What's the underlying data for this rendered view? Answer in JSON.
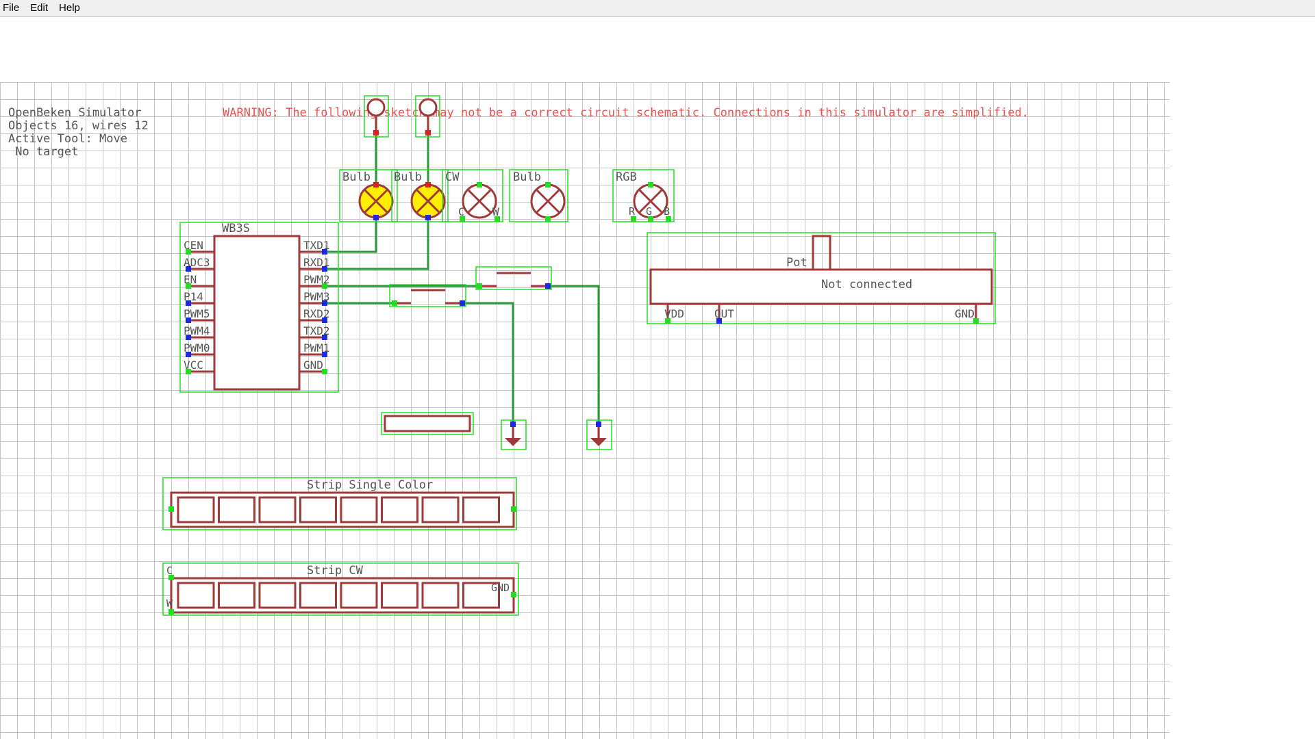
{
  "menu": {
    "items": [
      "File",
      "Edit",
      "Help"
    ]
  },
  "info": {
    "title": "OpenBeken Simulator",
    "objects": "Objects 16, wires 12",
    "tool": "Active Tool: Move",
    "target": " No target"
  },
  "warning": "WARNING: The following sketch may not be a correct circuit schematic. Connections in this simulator are simplified.",
  "chip": {
    "name": "WB3S",
    "left_pins": [
      "CEN",
      "ADC3",
      "EN",
      "P14",
      "PWM5",
      "PWM4",
      "PWM0",
      "VCC"
    ],
    "right_pins": [
      "TXD1",
      "RXD1",
      "PWM2",
      "PWM3",
      "RXD2",
      "TXD2",
      "PWM1",
      "GND"
    ]
  },
  "bulbs": {
    "bulb1": {
      "label": "Bulb",
      "state": "on"
    },
    "bulb2": {
      "label": "Bulb",
      "state": "on"
    },
    "cw": {
      "label": "CW",
      "pin_c": "C",
      "pin_w": "W",
      "state": "off"
    },
    "bulb3": {
      "label": "Bulb",
      "state": "off"
    },
    "rgb": {
      "label": "RGB",
      "pin_r": "R",
      "pin_g": "G",
      "pin_b": "B",
      "state": "off"
    }
  },
  "pot": {
    "label": "Pot",
    "status": "Not connected",
    "pins": [
      "VDD",
      "OUT",
      "GND"
    ]
  },
  "strip_single": {
    "label": "Strip Single Color",
    "cells": 8
  },
  "strip_cw": {
    "label": "Strip CW",
    "pin_c": "C",
    "pin_w": "W",
    "pin_gnd": "GND",
    "cells": 8
  },
  "colors": {
    "grid": "#c4c4c4",
    "component": "#a0393a",
    "bbox": "#22dd22",
    "wire": "#2c9a3c",
    "pin_green": "#22dd22",
    "pin_blue": "#1a2ae0",
    "pin_red": "#e02020",
    "bulb_on": "#ffee00",
    "warning": "#f05050",
    "text": "#555555"
  }
}
